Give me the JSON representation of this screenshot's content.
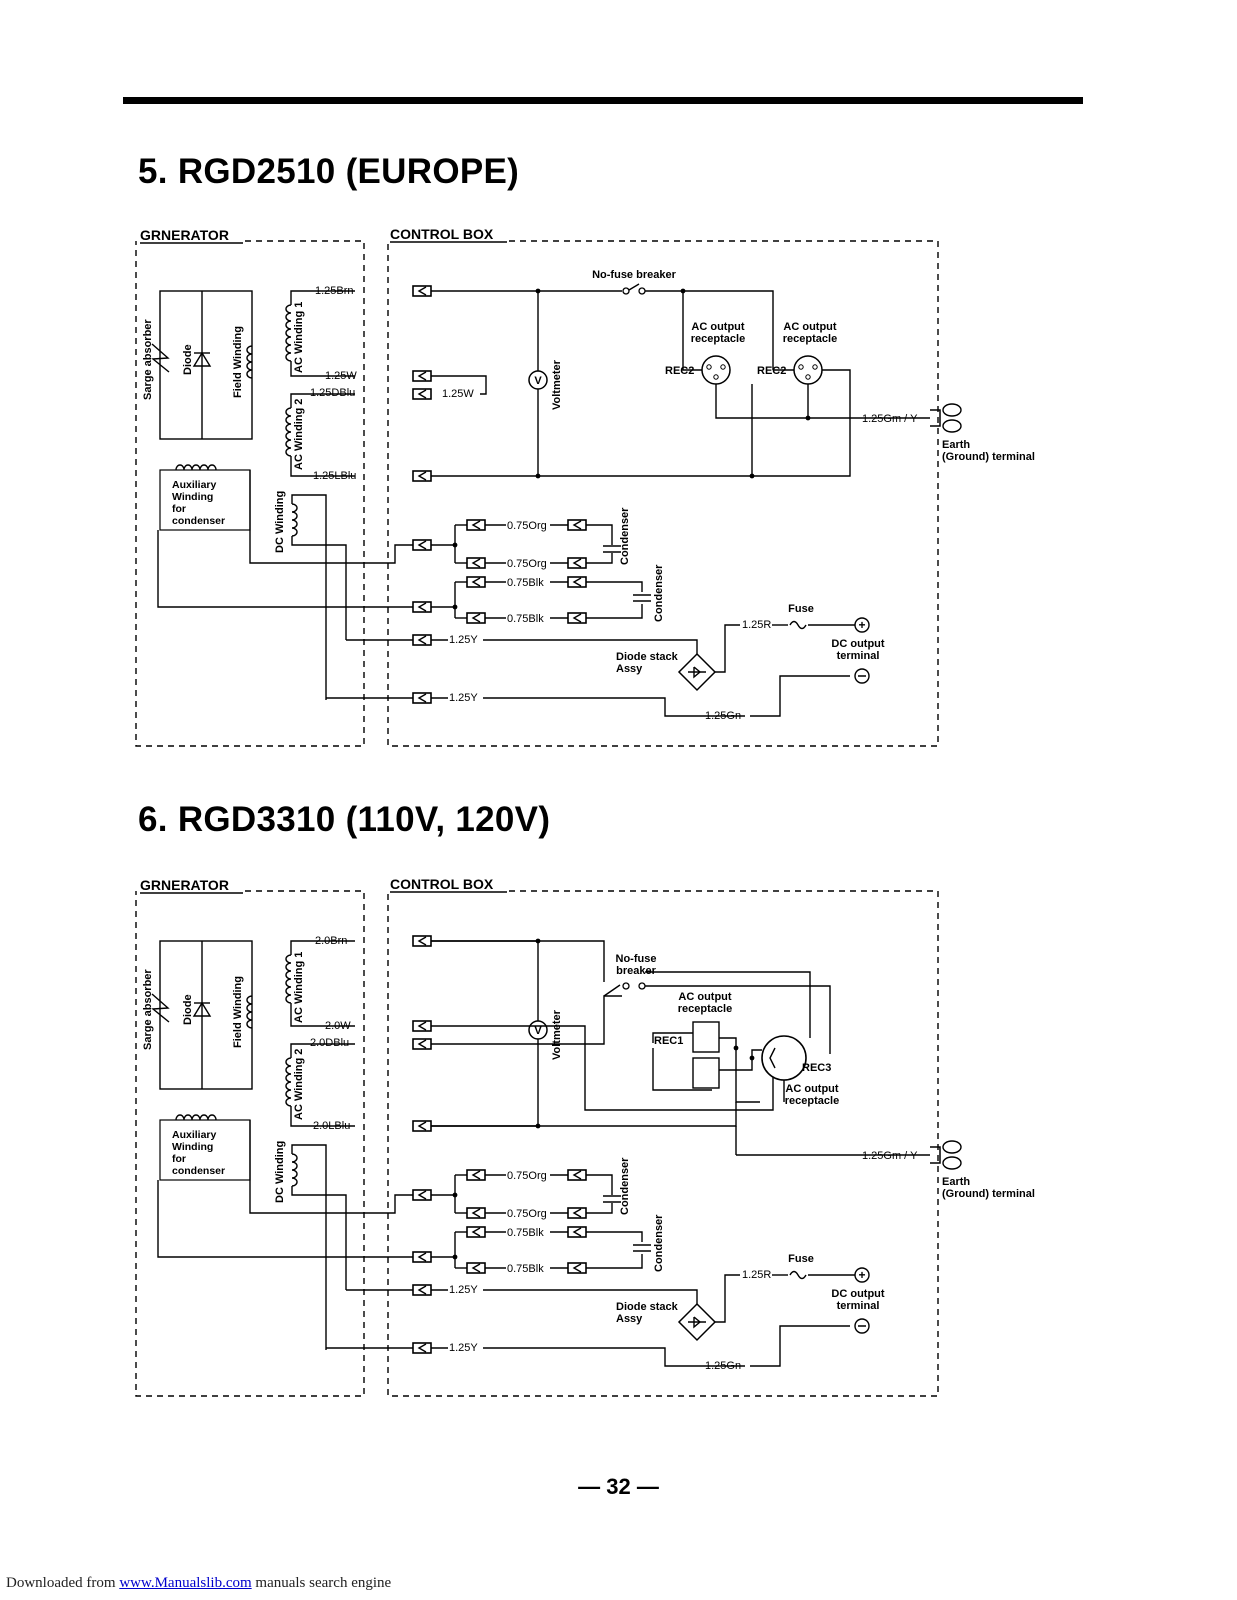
{
  "sections": [
    {
      "title": "5. RGD2510 (EUROPE)",
      "generator_label": "GRNERATOR",
      "control_box_label": "CONTROL BOX",
      "components": {
        "surge": "Sarge absorber",
        "diode": "Diode",
        "field": "Field Winding",
        "ac1": "AC Winding 1",
        "ac2": "AC Winding 2",
        "aux": [
          "Auxiliary",
          "Winding",
          "for",
          "condenser"
        ],
        "dcw": "DC Winding",
        "voltmeter": "Voltmeter",
        "breaker": "No-fuse breaker",
        "rec_a": [
          "AC output",
          "receptacle"
        ],
        "rec_b": [
          "AC output",
          "receptacle"
        ],
        "rec_a_id": "REC2",
        "rec_b_id": "REC2",
        "condenser": "Condenser",
        "fuse": "Fuse",
        "diode_stack": [
          "Diode stack",
          "Assy"
        ],
        "dc_out": [
          "DC output",
          "terminal"
        ],
        "earth": [
          "Earth",
          "(Ground) terminal"
        ],
        "volt_symbol": "V"
      },
      "wires": {
        "brn": "1.25Brn",
        "w": "1.25W",
        "w2": "1.25W",
        "dblu": "1.25DBlu",
        "lblu": "1.25LBlu",
        "org1": "0.75Org",
        "org2": "0.75Org",
        "blk1": "0.75Blk",
        "blk2": "0.75Blk",
        "y1": "1.25Y",
        "y2": "1.25Y",
        "r": "1.25R",
        "gn": "1.25Gn",
        "gny": "1.25Gm / Y"
      }
    },
    {
      "title": "6. RGD3310 (110V, 120V)",
      "generator_label": "GRNERATOR",
      "control_box_label": "CONTROL BOX",
      "components": {
        "surge": "Sarge absorber",
        "diode": "Diode",
        "field": "Field Winding",
        "ac1": "AC Winding 1",
        "ac2": "AC Winding 2",
        "aux": [
          "Auxiliary",
          "Winding",
          "for",
          "condenser"
        ],
        "dcw": "DC Winding",
        "voltmeter": "Voltmeter",
        "breaker": [
          "No-fuse",
          "breaker"
        ],
        "rec_a": [
          "AC output",
          "receptacle"
        ],
        "rec_b": [
          "AC output",
          "receptacle"
        ],
        "rec_a_id": "REC1",
        "rec_b_id": "REC3",
        "condenser": "Condenser",
        "fuse": "Fuse",
        "diode_stack": [
          "Diode stack",
          "Assy"
        ],
        "dc_out": [
          "DC output",
          "terminal"
        ],
        "earth": [
          "Earth",
          "(Ground) terminal"
        ],
        "volt_symbol": "V"
      },
      "wires": {
        "brn": "2.0Brn",
        "w": "2.0W",
        "dblu": "2.0DBlu",
        "lblu": "2.0LBlu",
        "org1": "0.75Org",
        "org2": "0.75Org",
        "blk1": "0.75Blk",
        "blk2": "0.75Blk",
        "y1": "1.25Y",
        "y2": "1.25Y",
        "r": "1.25R",
        "gn": "1.25Gn",
        "gny": "1.25Gm / Y"
      }
    }
  ],
  "page_number": "— 32 —",
  "footer": {
    "prefix": "Downloaded from ",
    "link": "www.Manualslib.com",
    "suffix": " manuals search engine"
  }
}
